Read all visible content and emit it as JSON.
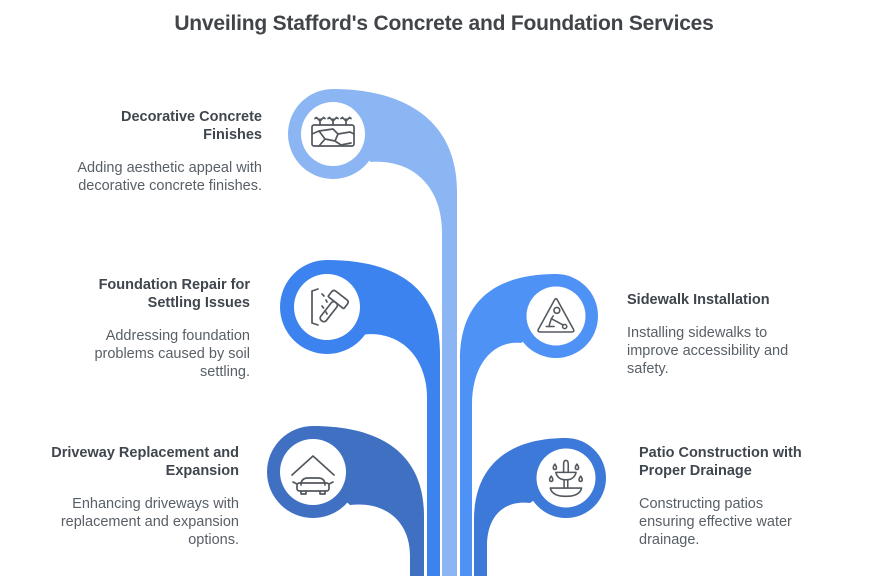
{
  "title": "Unveiling Stafford's Concrete and Foundation Services",
  "colors": {
    "title_text": "#414549",
    "heading_text": "#3f464e",
    "body_text": "#585f66",
    "icon_stroke": "#53585e",
    "background": "#ffffff"
  },
  "nodes": [
    {
      "heading": "Decorative Concrete Finishes",
      "body": "Adding aesthetic appeal with decorative concrete finishes.",
      "icon": "stamped-concrete-icon",
      "color": "#8cb6f3",
      "side": "left"
    },
    {
      "heading": "Foundation Repair for Settling Issues",
      "body": "Addressing foundation problems caused by soil settling.",
      "icon": "wall-crack-hammer-icon",
      "color": "#3c83ef",
      "side": "left"
    },
    {
      "heading": "Driveway Replacement and Expansion",
      "body": "Enhancing driveways with replacement and expansion options.",
      "icon": "carport-car-icon",
      "color": "#4070c2",
      "side": "left"
    },
    {
      "heading": "Sidewalk Installation",
      "body": "Installing sidewalks to improve accessibility and safety.",
      "icon": "road-work-sign-icon",
      "color": "#4f92f5",
      "side": "right"
    },
    {
      "heading": "Patio Construction with Proper Drainage",
      "body": "Constructing patios ensuring effective water drainage.",
      "icon": "fountain-icon",
      "color": "#3d79d9",
      "side": "right"
    }
  ]
}
